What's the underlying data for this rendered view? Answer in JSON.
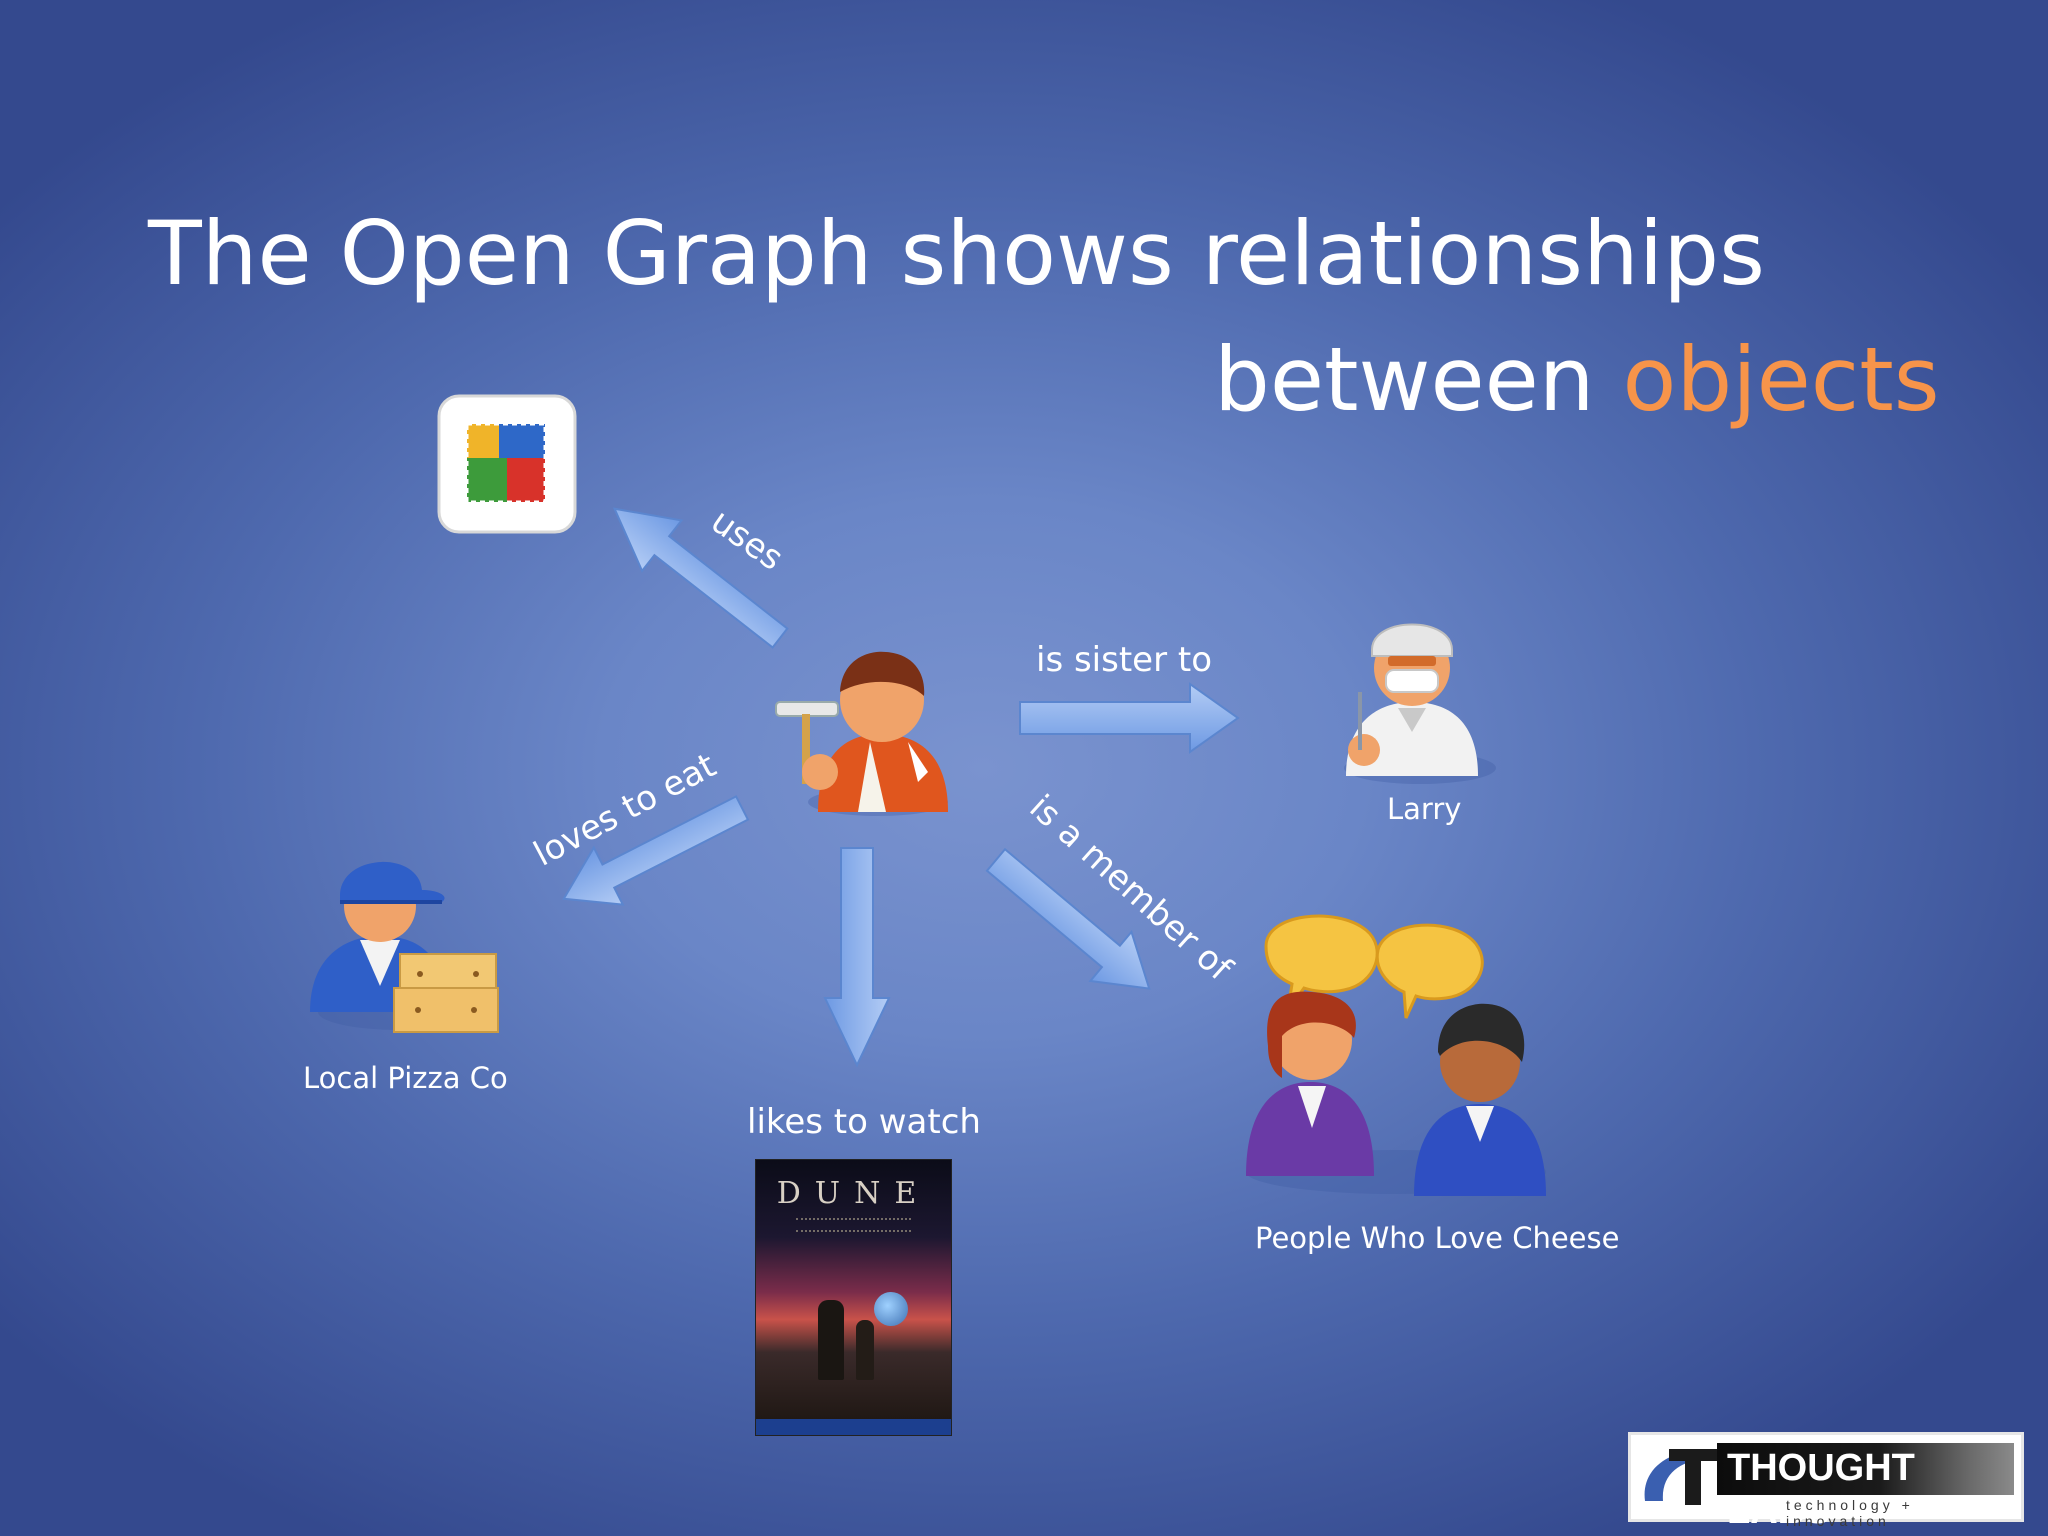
{
  "title": {
    "line1": "The Open Graph shows relationships",
    "line2_prefix": "between ",
    "line2_accent": "objects",
    "accent_color": "#f7944a"
  },
  "relationships": [
    {
      "id": "uses",
      "label": "uses"
    },
    {
      "id": "is-sister-to",
      "label": "is sister to"
    },
    {
      "id": "loves-to-eat",
      "label": "loves to eat"
    },
    {
      "id": "is-a-member-of",
      "label": "is a member of"
    },
    {
      "id": "likes-to-watch",
      "label": "likes to watch"
    }
  ],
  "nodes": {
    "center": {
      "icon": "person-with-paint-roller-icon"
    },
    "app": {
      "icon": "avg-app-icon"
    },
    "larry": {
      "label": "Larry",
      "icon": "surgeon-icon"
    },
    "pizza": {
      "label": "Local Pizza Co",
      "icon": "delivery-person-icon"
    },
    "cheese": {
      "label": "People Who Love Cheese",
      "icon": "people-chatting-icon"
    },
    "movie": {
      "poster_title": "DUNE",
      "icon": "movie-poster-icon"
    }
  },
  "logo": {
    "name": "THOUGHT LABS",
    "tagline": "technology + innovation"
  }
}
